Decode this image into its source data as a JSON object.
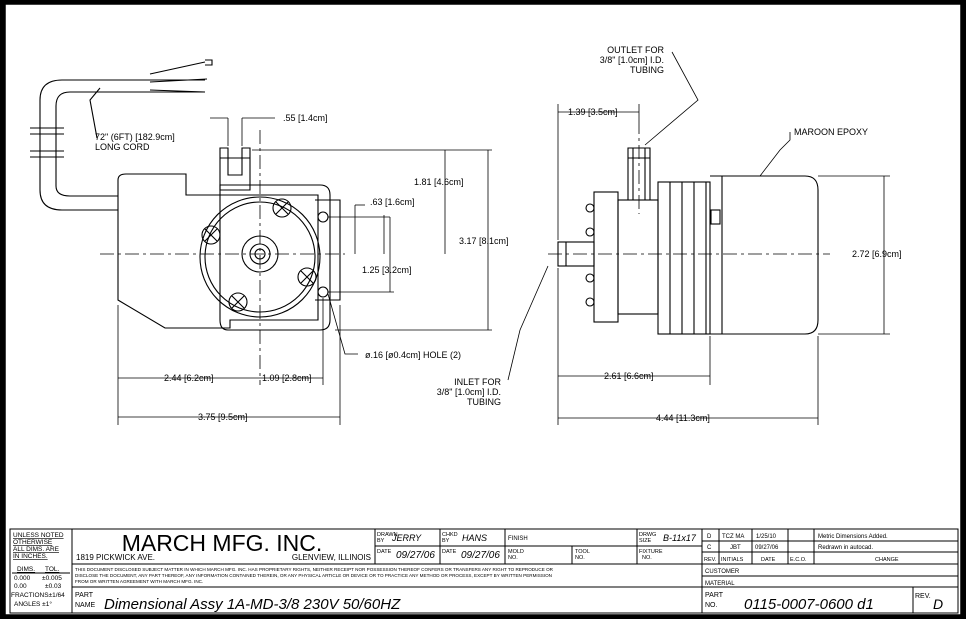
{
  "drawing": {
    "callouts": {
      "outlet": [
        "OUTLET FOR",
        "3/8\" [1.0cm] I.D.",
        "TUBING"
      ],
      "inlet": [
        "INLET FOR",
        "3/8\" [1.0cm] I.D.",
        "TUBING"
      ],
      "cord": [
        "72\" (6FT) [182.9cm]",
        "LONG CORD"
      ],
      "epoxy": "MAROON EPOXY",
      "hole": "ø.16 [ø0.4cm] HOLE (2)"
    },
    "dimensions": {
      "d055": ".55 [1.4cm]",
      "d181": "1.81 [4.6cm]",
      "d063": ".63 [1.6cm]",
      "d317": "3.17 [8.1cm]",
      "d125": "1.25 [3.2cm]",
      "d244": "2.44 [6.2cm]",
      "d109": "1.09 [2.8cm]",
      "d375": "3.75 [9.5cm]",
      "d139": "1.39 [3.5cm]",
      "d272": "2.72 [6.9cm]",
      "d261": "2.61 [6.6cm]",
      "d444": "4.44 [11.3cm]"
    }
  },
  "title_block": {
    "notes": [
      "UNLESS NOTED",
      "OTHERWISE",
      "ALL DIMS. ARE",
      "IN INCHES."
    ],
    "tol_headers": [
      "DIMS.",
      "TOL."
    ],
    "tol_rows": [
      [
        "0.000",
        "±0.005"
      ],
      [
        "0.00",
        "±0.03"
      ]
    ],
    "fractions": "FRACTIONS±1/64",
    "angles": "ANGLES  ±1°",
    "company": "MARCH MFG. INC.",
    "address": "1819 PICKWICK AVE.",
    "city": "GLENVIEW, ILLINOIS",
    "drawn_by_label": [
      "DRAWN",
      "BY"
    ],
    "drawn_by": "JERRY",
    "chkd_by_label": [
      "CHKD",
      "BY"
    ],
    "chkd_by": "HANS",
    "finish_label": "FINISH",
    "drwg_size_label": [
      "DRWG",
      "SIZE"
    ],
    "drwg_size": "B-11x17",
    "date_label": "DATE",
    "date_drawn": "09/27/06",
    "date_checked": "09/27/06",
    "mold_label": [
      "MOLD",
      "NO."
    ],
    "tool_label": [
      "TOOL",
      "NO."
    ],
    "fixture_label": [
      "FIXTURE",
      "NO."
    ],
    "disclaimer": [
      "THIS DOCUMENT DISCLOSED SUBJECT MATTER IN WHICH MARCH MFG. INC. HAS PROPRIETARY RIGHTS, NEITHER RECEIPT NOR POSSESSION THEREOF CONFERS OR TRANSFERS ANY RIGHT TO REPRODUCE OR",
      "DISCLOSE THE DOCUMENT, ANY PART THEREOF, ANY INFORMATION CONTAINED THEREIN, OR ANY PHYSICAL ARTICLE OR DEVICE OR TO PRACTICE ANY METHOD OR PROCESS, EXCEPT BY WRITTEN PERMISSION",
      "FROM OR WRITTEN AGREEMENT WITH MARCH MFG. INC."
    ],
    "part_name_label": [
      "PART",
      "NAME"
    ],
    "part_name": "Dimensional Assy 1A-MD-3/8 230V 50/60HZ",
    "revisions": [
      {
        "rev": "D",
        "initials": "TCZ MA",
        "date": "1/25/10",
        "eco": "",
        "change": "Metric Dimensions Added."
      },
      {
        "rev": "C",
        "initials": "JBT",
        "date": "09/27/06",
        "eco": "",
        "change": "Redrawn in autocad."
      }
    ],
    "rev_headers": [
      "REV.",
      "INITIALS",
      "DATE",
      "E.C.O.",
      "CHANGE"
    ],
    "customer_label": "CUSTOMER",
    "material_label": "MATERIAL",
    "part_no_label": [
      "PART",
      "NO."
    ],
    "part_no": "0115-0007-0600 d1",
    "rev_label": "REV.",
    "rev": "D"
  }
}
